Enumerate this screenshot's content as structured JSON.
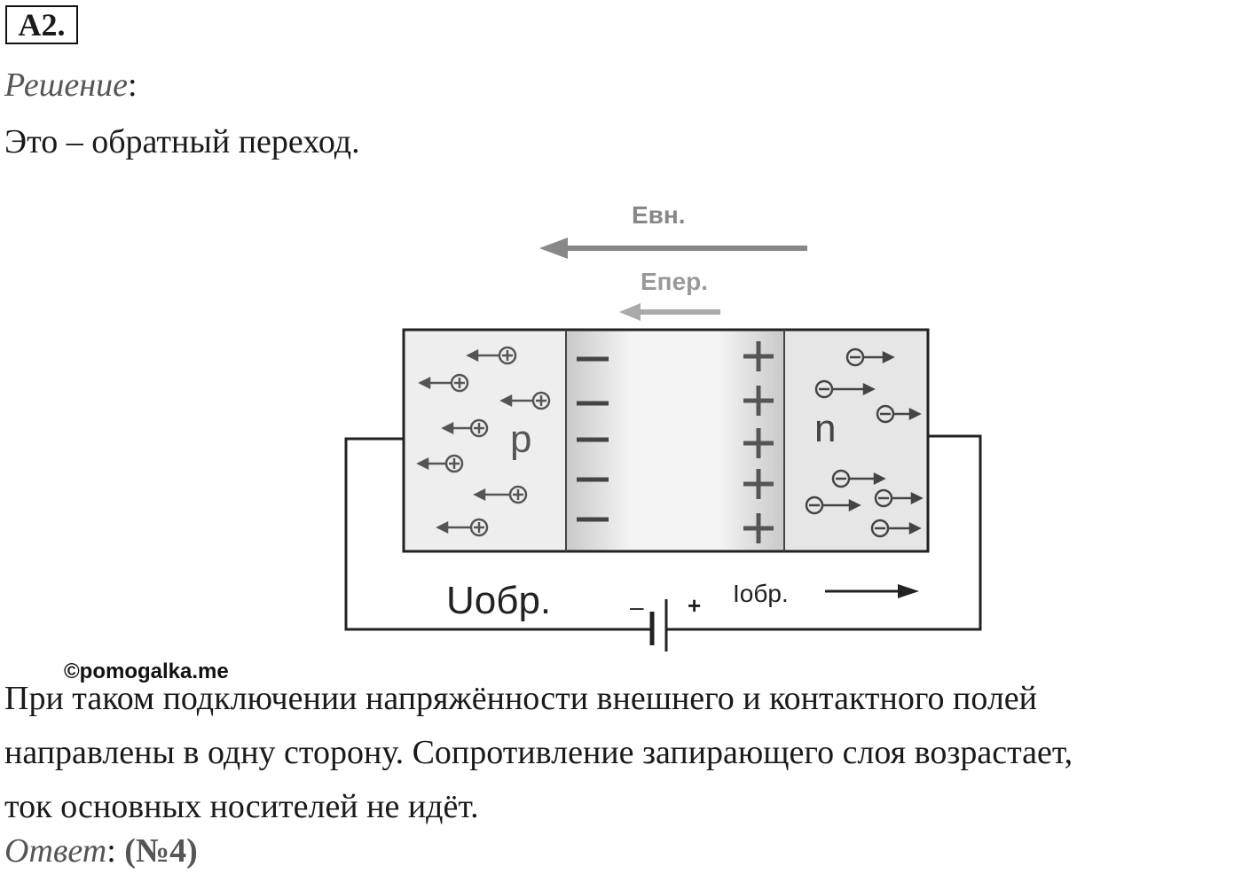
{
  "header": {
    "label": "A2."
  },
  "solution_label": "Решение",
  "colon": ":",
  "statement": "Это – обратный переход.",
  "diagram": {
    "e_ext_label": "Евн.",
    "e_trans_label": "Епер.",
    "p_label": "p",
    "n_label": "n",
    "voltage_label": "Uобр.",
    "current_label": "Iобр.",
    "battery_minus": "–",
    "battery_plus": "+"
  },
  "watermark": "©pomogalka.me",
  "paragraph": [
    "При таком подключении напряжённости внешнего и контактного полей",
    "направлены в одну сторону. Сопротивление запирающего слоя возрастает,",
    "ток основных носителей не идёт."
  ],
  "answer": {
    "label": "Ответ",
    "value": "(№4)"
  }
}
